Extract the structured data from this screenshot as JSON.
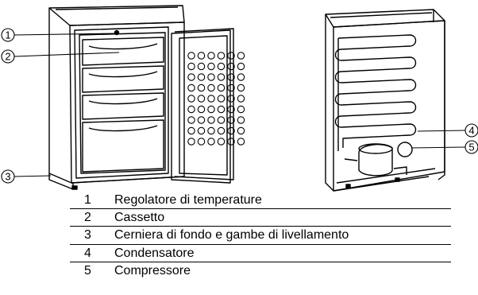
{
  "callouts": [
    {
      "number": "1"
    },
    {
      "number": "2"
    },
    {
      "number": "3"
    },
    {
      "number": "4"
    },
    {
      "number": "5"
    }
  ],
  "legend": {
    "rows": [
      {
        "number": "1",
        "label": "Regolatore di temperature"
      },
      {
        "number": "2",
        "label": "Cassetto"
      },
      {
        "number": "3",
        "label": "Cerniera di fondo e gambe di livellamento"
      },
      {
        "number": "4",
        "label": "Condensatore"
      },
      {
        "number": "5",
        "label": "Compressore"
      }
    ]
  },
  "colors": {
    "line": "#000000",
    "background": "#ffffff"
  }
}
